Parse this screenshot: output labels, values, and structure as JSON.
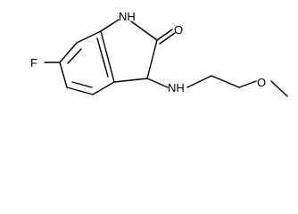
{
  "molecule": {
    "atoms": {
      "nh_ring": "NH",
      "carbonyl_o": "O",
      "fluorine": "F",
      "amine_nh": "NH",
      "ether_o": "O"
    }
  }
}
